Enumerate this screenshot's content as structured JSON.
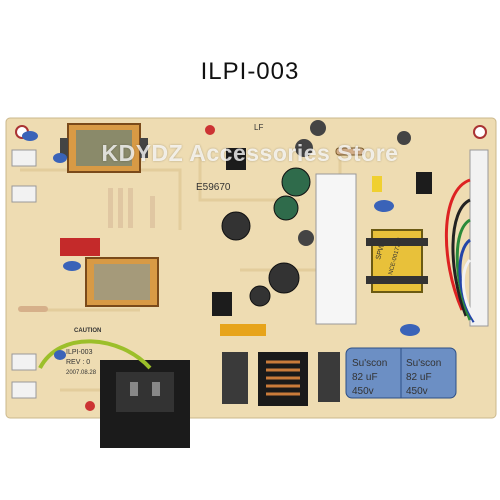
{
  "title": "ILPI-003",
  "watermark": "KDYDZ Accessories Store",
  "board": {
    "cert_code": "E59670",
    "model_text": "ILPI-003",
    "rev_text": "REV : 0",
    "date_text": "2007.08.28",
    "caution_text": "CAUTION",
    "lf_mark": "LF",
    "cap_brand": "Su'scon",
    "cap_value": "82 uF",
    "cap_voltage": "450v",
    "transformer_text": "SPW",
    "transformer_code": "NCE-0017737"
  },
  "colors": {
    "pcb": "#eedcb2",
    "capacitor_blue": "#6c8fc4",
    "connector_white": "#f2f2f2",
    "jumper_blue": "#3a63b8"
  }
}
